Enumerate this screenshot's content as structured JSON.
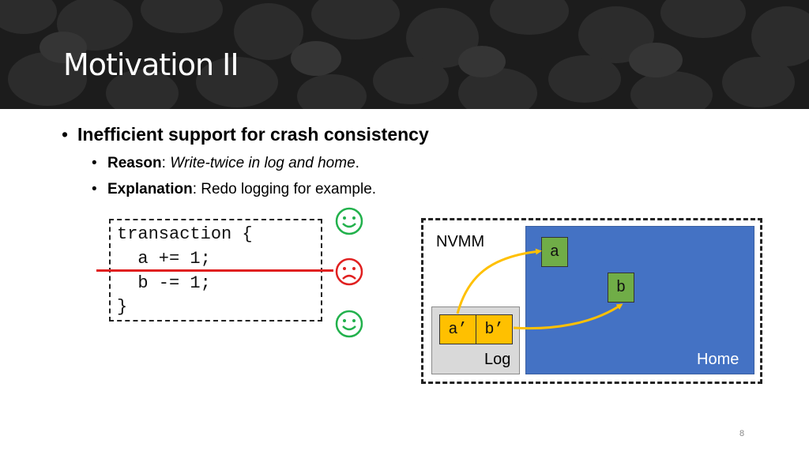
{
  "slide": {
    "title": "Motivation II",
    "page_number": "8"
  },
  "bullets": {
    "main": "Inefficient support for crash consistency",
    "reason_label": "Reason",
    "reason_sep": ": ",
    "reason_text": "Write-twice in log and home",
    "reason_end": ".",
    "explanation_label": "Explanation",
    "explanation_text": ": Redo logging for example."
  },
  "code": {
    "lines": [
      "transaction {",
      "  a += 1;",
      "  b -= 1;",
      "}"
    ]
  },
  "indicators": {
    "top": "happy-face-icon",
    "middle": "sad-face-icon",
    "bottom": "happy-face-icon",
    "happy_color": "#22b14c",
    "sad_color": "#e02020",
    "crash_line_color": "#e02020"
  },
  "diagram": {
    "nvmm_label": "NVMM",
    "home_label": "Home",
    "log_label": "Log",
    "home_cells": [
      "a",
      "b"
    ],
    "log_cells": [
      "a’",
      "b’"
    ],
    "colors": {
      "home": "#4472c4",
      "log": "#d9d9d9",
      "cell_home": "#70ad47",
      "cell_log": "#ffc000",
      "arrow": "#ffc000"
    }
  }
}
